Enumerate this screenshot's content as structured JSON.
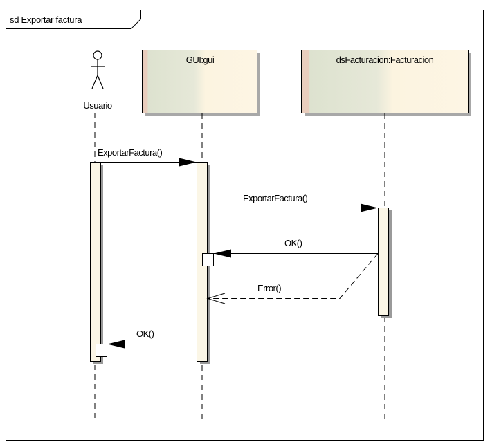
{
  "frame": {
    "title": "sd Exportar factura"
  },
  "actor": {
    "name": "Usuario"
  },
  "lifelines": [
    {
      "id": "gui",
      "label": "GUI:gui"
    },
    {
      "id": "facturacion",
      "label": "dsFacturacion:Facturacion"
    }
  ],
  "messages": [
    {
      "label": "ExportarFactura()",
      "from": "actor",
      "to": "gui",
      "kind": "sync"
    },
    {
      "label": "ExportarFactura()",
      "from": "gui",
      "to": "facturacion",
      "kind": "sync"
    },
    {
      "label": "OK()",
      "from": "facturacion",
      "to": "gui",
      "kind": "sync"
    },
    {
      "label": "Error()",
      "from": "facturacion",
      "to": "gui",
      "kind": "return"
    },
    {
      "label": "OK()",
      "from": "gui",
      "to": "actor",
      "kind": "sync"
    }
  ],
  "colors": {
    "line": "#000000",
    "lifeline_box_fill": "#fdf3dc",
    "lifeline_box_left": "#dfe3d2",
    "lifeline_box_edge": "#e8c9b8",
    "activation_fill": "#fbf6e6",
    "shadow": "#9a9a9a"
  }
}
